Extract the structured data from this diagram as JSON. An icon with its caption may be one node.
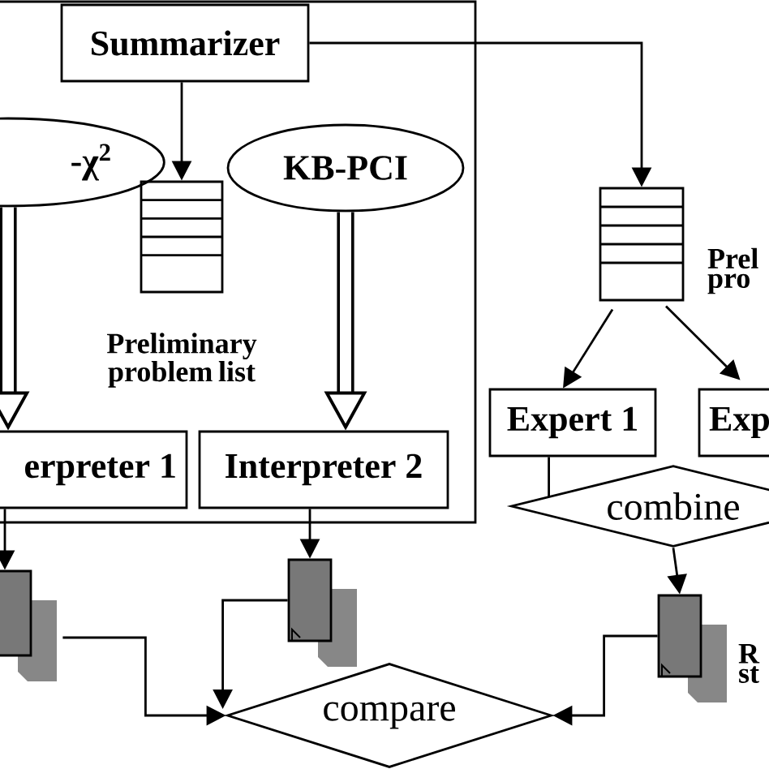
{
  "diagram": {
    "nodes": [
      {
        "text": [],
        "shape": "box"
      },
      {
        "text": [
          "Summarizer"
        ],
        "in": 0
      },
      {
        "text": [
          "-χ$^{2}$"
        ]
      },
      {
        "text": [],
        "shape": "stack",
        "in": 0,
        "beside": [
          "Preliminary problem list"
        ]
      },
      {
        "text": [
          "KB-PCI"
        ],
        "in": 0
      },
      {
        "text": [
          "erpreter 1"
        ]
      },
      {
        "text": [
          "Interpreter 2"
        ],
        "in": 0
      },
      {
        "text": [],
        "shape": "stack",
        "beside": [
          "Prel pro"
        ]
      },
      {
        "text": [
          "Expert 1"
        ]
      },
      {
        "text": [
          "Exp"
        ]
      },
      {
        "text": [
          "combine"
        ]
      },
      {
        "text": [],
        "shape": "document"
      },
      {
        "text": [],
        "shape": "document"
      },
      {
        "text": [],
        "shape": "document",
        "beside": [
          "R st"
        ]
      },
      {
        "text": [
          "compare"
        ]
      }
    ],
    "edges": [
      {
        "from": 1,
        "to": 3,
        "arrow": "to"
      },
      {
        "from": 1,
        "to": 7,
        "arrow": "to"
      },
      {
        "from": 2,
        "to": 5,
        "arrow": "to",
        "style": "thick"
      },
      {
        "from": 4,
        "to": 6,
        "arrow": "to",
        "style": "thick"
      },
      {
        "from": 7,
        "to": 8,
        "arrow": "to"
      },
      {
        "from": 7,
        "to": 9,
        "arrow": "to"
      },
      {
        "from": 8,
        "to": 10,
        "arrow": "none"
      },
      {
        "from": 5,
        "to": 11,
        "arrow": "to"
      },
      {
        "from": 6,
        "to": 12,
        "arrow": "to"
      },
      {
        "from": 10,
        "to": 13,
        "arrow": "to"
      },
      {
        "from": 11,
        "to": 14,
        "arrow": "to"
      },
      {
        "from": 12,
        "to": 14,
        "arrow": "to"
      },
      {
        "from": 13,
        "to": 14,
        "arrow": "to"
      }
    ]
  }
}
